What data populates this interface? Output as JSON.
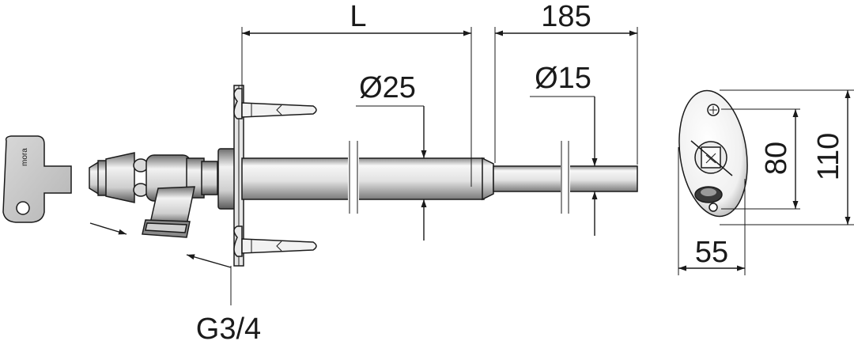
{
  "dimensions": {
    "length": "L",
    "tail_length": "185",
    "pipe_diameter": "Ø25",
    "tail_diameter": "Ø15",
    "plate_inner_height": "80",
    "plate_outer_height": "110",
    "plate_width": "55",
    "thread": "G3/4"
  },
  "key_brand": "mora",
  "colors": {
    "line": "#1a1a1a",
    "metal_light": "#f2f2f2",
    "metal_mid": "#c8c8c8",
    "metal_dark": "#6e6e6e",
    "background": "#ffffff"
  }
}
